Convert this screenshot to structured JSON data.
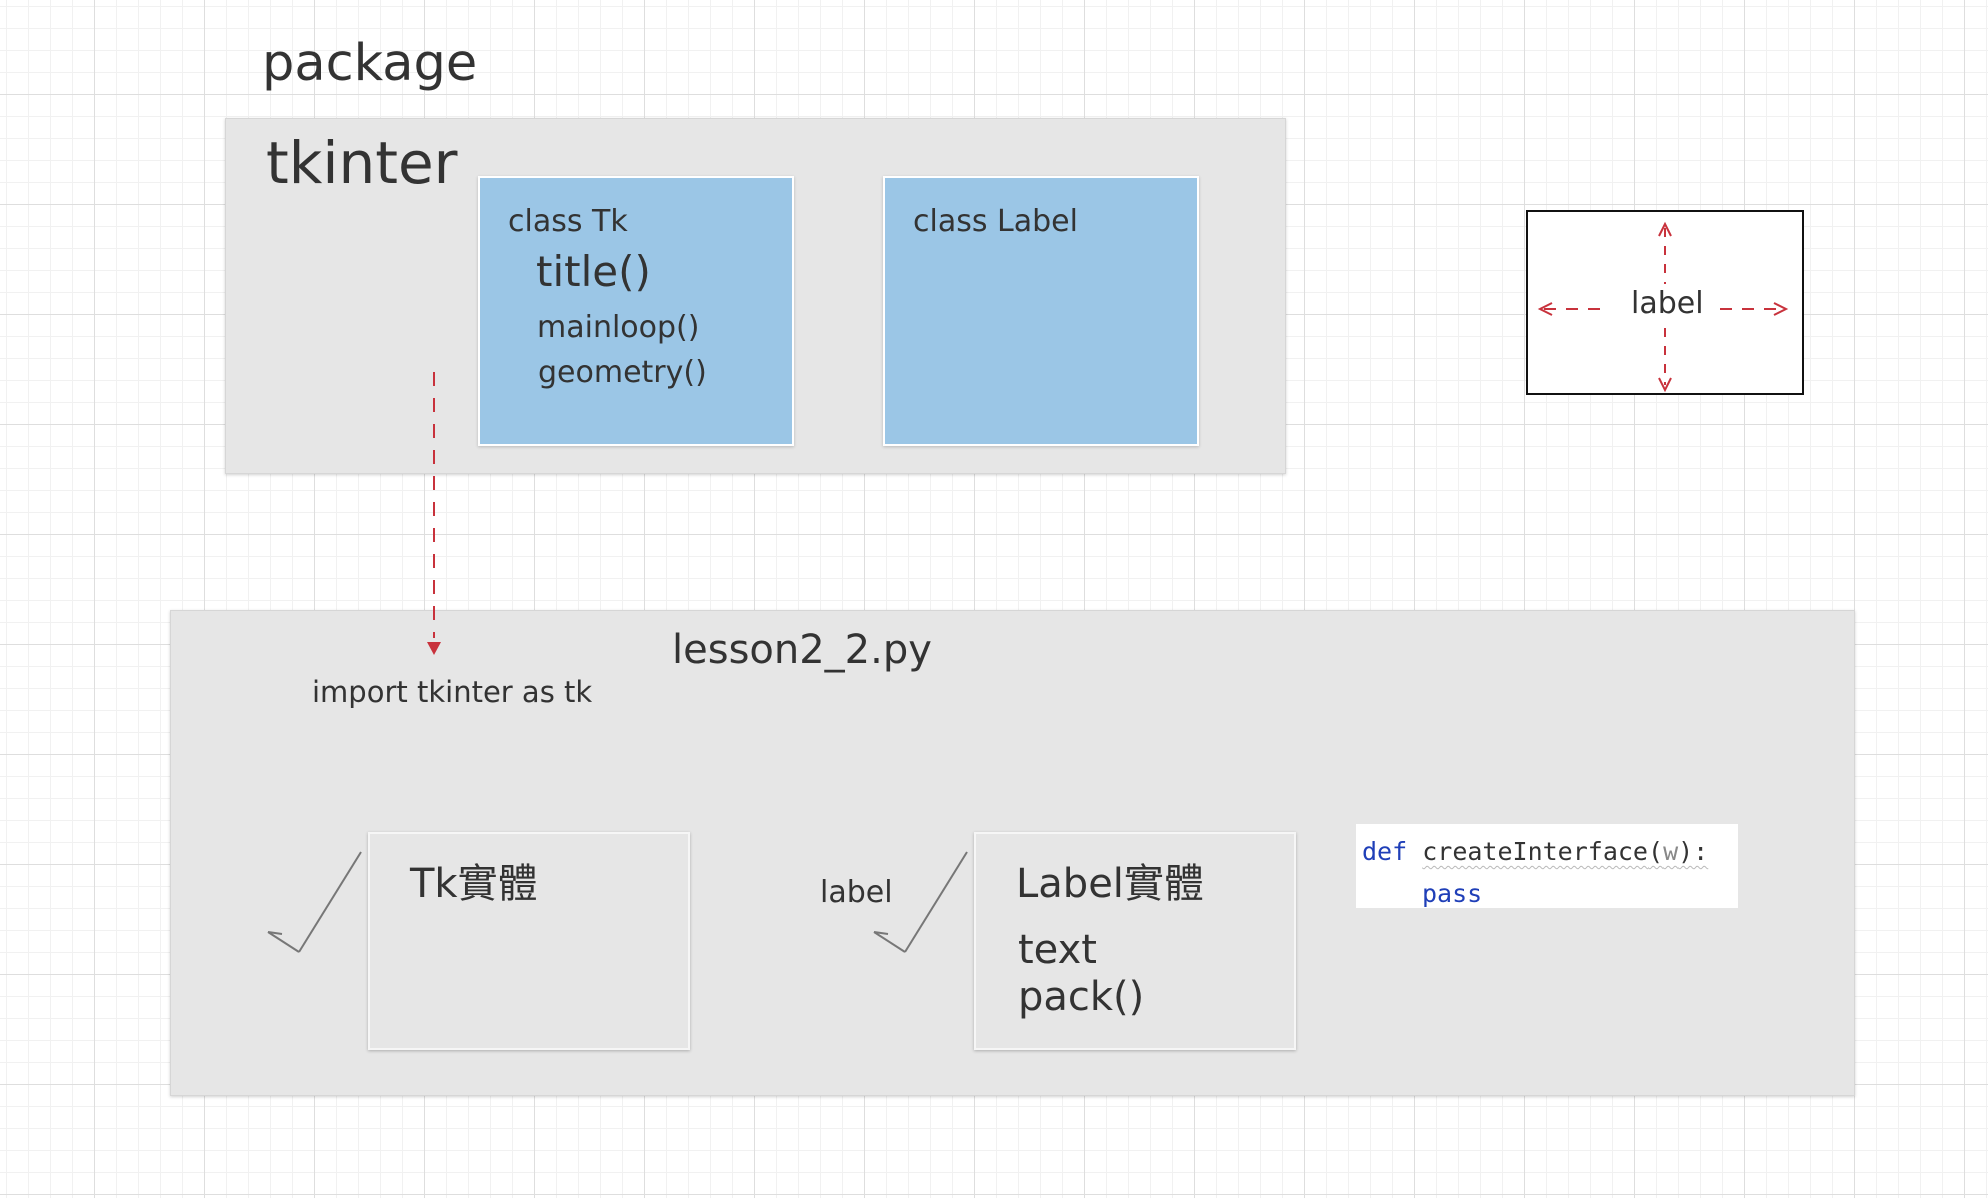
{
  "diagram": {
    "heading": "package",
    "package_box": {
      "title": "tkinter",
      "class_tk": {
        "name": "class Tk",
        "members": [
          "title()",
          "mainloop()",
          "geometry()"
        ]
      },
      "class_label": {
        "name": "class Label"
      }
    },
    "file_box": {
      "title": "lesson2_2.py",
      "import_statement": "import tkinter as tk",
      "tk_instance": {
        "title": "Tk實體"
      },
      "label_arrow_text": "label",
      "label_instance": {
        "title": "Label實體",
        "members": [
          "text",
          "pack()"
        ]
      }
    },
    "code_snippet": {
      "def_kw": "def",
      "func_name": "createInterface",
      "open_paren": "(",
      "param": "w",
      "close": "):",
      "body_kw": "pass"
    },
    "label_sketch": {
      "text": "label"
    },
    "colors": {
      "canvas_bg": "#ffffff",
      "panel_bg": "#e6e6e6",
      "class_box_bg": "#9bc6e6",
      "arrow_red": "#c8323c",
      "text": "#333333",
      "keyword_blue": "#1f3fb8"
    }
  }
}
